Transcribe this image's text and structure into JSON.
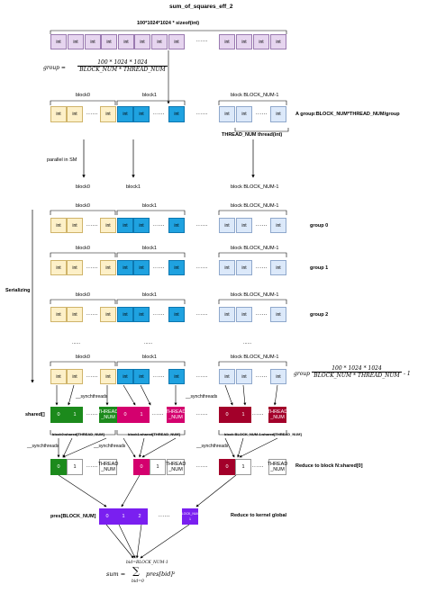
{
  "title": "sum_of_squares_eff_2",
  "array_label": "100*1024*1024 * sizeof(int)",
  "cell_text": "int",
  "ellipsis": "......",
  "group_formula": {
    "lhs": "group =",
    "num": "100 * 1024 * 1024",
    "den": "BLOCK_NUM * THREAD_NUM"
  },
  "block0": "block0",
  "block1": "block1",
  "blockN": "block BLOCK_NUM-1",
  "a_group_note": "A group:BLOCK_NUM*THREAD_NUM/group",
  "thread_num_note": "THREAD_NUM thread(int)",
  "parallel_note": "parallel in SM",
  "serializing": "Serializing",
  "groups": [
    "group 0",
    "group 1",
    "group 2"
  ],
  "vdots": "......",
  "last_group_formula": {
    "lhs": "group",
    "num": "100 * 1024 * 1024",
    "den": "BLOCK_NUM * THREAD_NUM",
    "tail": "- 1"
  },
  "shared_label": "shared[]",
  "syncthreads": "__synchthreads",
  "syncthreads2": "__synchthreads",
  "shared_cells": {
    "a": "0",
    "b": "1",
    "c": "THREAD\n_NUM"
  },
  "shared_captions": [
    "block0:shared[THREAD_NUM]",
    "block1:shared[THREAD_NUM]",
    "block BLOCK_NUM-1:shared[THREAD_NUM]"
  ],
  "reduce_block": "Reduce to block N:shared[0]",
  "pres_label": "pres[BLOCK_NUM]",
  "pres_cells": [
    "0",
    "1",
    "2"
  ],
  "pres_last": "BLOCK_NUM-1",
  "reduce_kernel": "Reduce to kernel global",
  "sum_formula": {
    "lhs": "sum =",
    "upper": "bid=BLOCK_NUM-1",
    "sigma": "∑",
    "lower": "bid=0",
    "term": "pres[bid]²"
  },
  "colors": {
    "purple": "#e6d5ef",
    "yellow": "#fdf0c8",
    "blue": "#1fa2e0",
    "lblue": "#dce9fa",
    "green": "#1c8a1c",
    "magenta": "#d4006e",
    "crimson": "#a3002a",
    "violet": "#7a1ff0"
  }
}
